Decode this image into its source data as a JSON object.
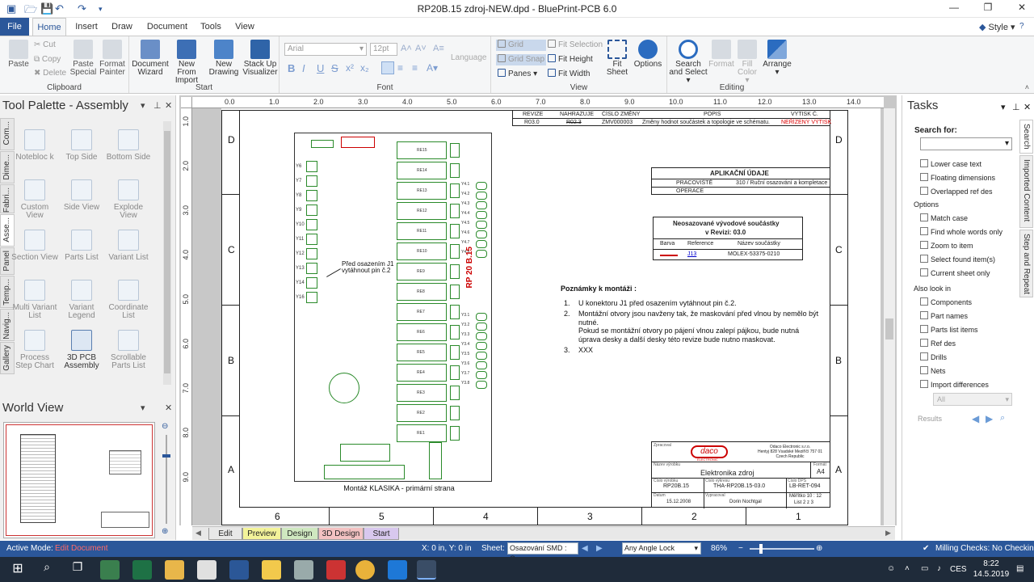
{
  "window": {
    "title": "RP20B.15 zdroj-NEW.dpd - BluePrint-PCB 6.0"
  },
  "ribbon": {
    "tabs": [
      "File",
      "Home",
      "Insert",
      "Draw",
      "Document",
      "Tools",
      "View"
    ],
    "style_label": "Style",
    "clipboard": {
      "paste": "Paste",
      "cut": "Cut",
      "copy": "Copy",
      "delete": "Delete",
      "paste_special": "Paste Special",
      "format_painter": "Format Painter",
      "label": "Clipboard"
    },
    "start": {
      "document_wizard": "Document Wizard",
      "new_from_import": "New From Import",
      "new_drawing": "New Drawing",
      "stack_up_visualizer": "Stack Up Visualizer",
      "label": "Start"
    },
    "font": {
      "family": "Arial",
      "size": "12pt",
      "language": "Language",
      "label": "Font",
      "bold": "B",
      "italic": "I",
      "underline": "U",
      "strike": "S"
    },
    "view": {
      "grid": "Grid",
      "grid_snap": "Grid Snap",
      "panes": "Panes",
      "fit_selection": "Fit Selection",
      "fit_height": "Fit Height",
      "fit_width": "Fit Width",
      "fit_sheet": "Fit Sheet",
      "options": "Options",
      "label": "View"
    },
    "editing": {
      "search_and_select": "Search and Select",
      "format": "Format",
      "fill_color": "Fill Color",
      "arrange": "Arrange",
      "label": "Editing"
    }
  },
  "left_panel": {
    "title": "Tool Palette - Assembly",
    "vertical_tabs": [
      "Com...",
      "Dime...",
      "Fabri...",
      "Asse...",
      "Panel",
      "Temp...",
      "Navig...",
      "Gallery"
    ],
    "tools": [
      {
        "label": "Notebloc k",
        "enabled": false
      },
      {
        "label": "Top Side",
        "enabled": false
      },
      {
        "label": "Bottom Side",
        "enabled": false
      },
      {
        "label": "Custom View",
        "enabled": false
      },
      {
        "label": "Side View",
        "enabled": false
      },
      {
        "label": "Explode View",
        "enabled": false
      },
      {
        "label": "Section View",
        "enabled": false
      },
      {
        "label": "Parts List",
        "enabled": false
      },
      {
        "label": "Variant List",
        "enabled": false
      },
      {
        "label": "Multi Variant List",
        "enabled": false
      },
      {
        "label": "Variant Legend",
        "enabled": false
      },
      {
        "label": "Coordinate List",
        "enabled": false
      },
      {
        "label": "Process Step Chart",
        "enabled": false
      },
      {
        "label": "3D PCB Assembly",
        "enabled": true
      },
      {
        "label": "Scrollable Parts List",
        "enabled": false
      }
    ],
    "world_view_title": "World View"
  },
  "rulers": {
    "horizontal": [
      "0.0",
      "1.0",
      "2.0",
      "3.0",
      "4.0",
      "5.0",
      "6.0",
      "7.0",
      "8.0",
      "9.0",
      "10.0",
      "11.0",
      "12.0",
      "13.0",
      "14.0"
    ],
    "vertical": [
      "1.0",
      "2.0",
      "3.0",
      "4.0",
      "5.0",
      "6.0",
      "7.0",
      "8.0",
      "9.0"
    ]
  },
  "sheet": {
    "zone_letters": [
      "D",
      "C",
      "B",
      "A"
    ],
    "zone_numbers": [
      "6",
      "5",
      "4",
      "3",
      "2",
      "1"
    ],
    "revision_table": {
      "headers": [
        "REVIZE",
        "NAHRAZUJE",
        "ČÍSLO ZMĚNY",
        "POPIS",
        "VÝTISK Č."
      ],
      "row": [
        "R03.0",
        "R02.3",
        "ZMV000003",
        "Změny hodnot součástek a topologie ve schématu.",
        "NEŘÍZENÝ VÝTISK"
      ]
    },
    "app_table": {
      "title": "APLIKAČNÍ ÚDAJE",
      "rows": [
        [
          "PRACOVIŠTĚ",
          "310 / Ruční osazování a kompletace"
        ],
        [
          "OPERACE",
          ""
        ]
      ]
    },
    "unplaced_table": {
      "title": "Neosazované vývodové součástky",
      "subtitle": "v Revizi: 03.0",
      "headers": [
        "Barva",
        "Reference",
        "Název součástky"
      ],
      "row": [
        "",
        "J13",
        "MOLEX-53375-0210"
      ]
    },
    "notes": {
      "title": "Poznámky k montáži :",
      "items": [
        {
          "num": "1.",
          "text": "U konektoru J1 před osazením vytáhnout pin č.2."
        },
        {
          "num": "2.",
          "text": "Montážní otvory jsou navženy tak, že maskování před vlnou by nemělo být nutné.\nPokud se montážní otvory po pájení vlnou zalepí pájkou, bude nutná úprava desky a další desky této revize bude nutno maskovat."
        },
        {
          "num": "3.",
          "text": "XXX"
        }
      ]
    },
    "board": {
      "callout": "Před osazením J1 vytáhnout pin č.2",
      "caption": "Montáž KLASIKA - primární strana",
      "vertical_label": "RP 20 B.15",
      "relay_labels": [
        "RE15",
        "RE14",
        "RE13",
        "RE12",
        "RE11",
        "RE10",
        "RE9",
        "RE8",
        "RE7",
        "RE6",
        "RE5",
        "RE4",
        "RE3",
        "RE2",
        "RE1"
      ],
      "left_labels": [
        "Y6",
        "Y7",
        "Y8",
        "Y9",
        "Y10",
        "Y11",
        "Y12",
        "Y13",
        "Y14",
        "Y16"
      ],
      "right_labels": [
        "Y4.1",
        "Y4.2",
        "Y4.3",
        "Y4.4",
        "Y4.5",
        "Y4.6",
        "Y4.7",
        "Y4.8",
        "Y3.1",
        "Y3.2",
        "Y3.3",
        "Y3.4",
        "Y3.5",
        "Y3.6",
        "Y3.7",
        "Y3.8"
      ]
    },
    "title_block": {
      "company_name": "Odaco Electronic s.r.o.",
      "company_addr1": "Hentyj 828 Vsadské Meziříčí 757 01",
      "company_addr2": "Czech Republic",
      "logo_text": "daco",
      "logo_sub": "ELECTRONIC",
      "label_name": "Název výrobku",
      "label_format": "Formát",
      "product_name": "Elektronika zdroj",
      "format": "A4",
      "label_prod_no": "Číslo výrobku",
      "label_doc_no": "Číslo výkresu",
      "label_pcb": "Číslo DPS",
      "prod_no": "RP20B.15",
      "doc_no": "THA-RP20B.15-03.0",
      "pcb_no": "LB-RET-094",
      "label_date": "Datum",
      "label_drawn": "Vypracoval",
      "scale": "Měřítko 10 : 12",
      "date": "15.12.2008",
      "drawn_by": "Dorin Nochtgal",
      "sheet": "List 2 z 3"
    }
  },
  "bottom_tabs": [
    {
      "label": "Edit",
      "color": "#e8e8e8"
    },
    {
      "label": "Preview",
      "color": "#f3f39a"
    },
    {
      "label": "Design",
      "color": "#cfe8c0"
    },
    {
      "label": "3D Design",
      "color": "#f3c2c2"
    },
    {
      "label": "Start",
      "color": "#d8c8ee"
    }
  ],
  "right_panel": {
    "title": "Tasks",
    "search_label": "Search for:",
    "search_value": "",
    "options_top": [
      "Lower case text",
      "Floating dimensions",
      "Overlapped ref des"
    ],
    "options_label": "Options",
    "options": [
      "Match case",
      "Find whole words only",
      "Zoom to item",
      "Select found item(s)",
      "Current sheet only"
    ],
    "also_label": "Also look in",
    "also": [
      "Components",
      "Part names",
      "Parts list items",
      "Ref des",
      "Drills",
      "Nets",
      "Import differences"
    ],
    "all_value": "All",
    "results_label": "Results",
    "vertical_tabs": [
      "Search",
      "Imported Content",
      "Step and Repeat"
    ]
  },
  "status": {
    "mode_label": "Active Mode:",
    "mode_value": "Edit Document",
    "coords": "X: 0 in, Y: 0 in",
    "sheet_label": "Sheet:",
    "sheet_value": "Osazování SMD : Os",
    "angle_value": "Any Angle Lock",
    "zoom": "86%",
    "milling": "Milling Checks: No Checking"
  },
  "taskbar": {
    "lang": "CES",
    "time": "8:22",
    "date": "14.5.2019"
  }
}
